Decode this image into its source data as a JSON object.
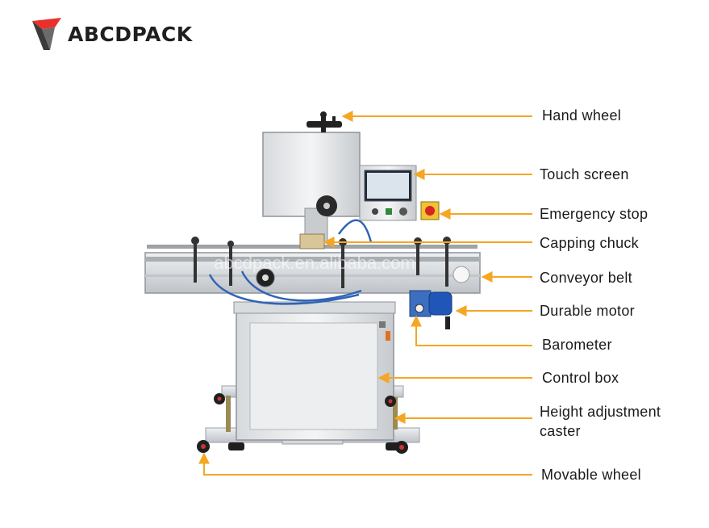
{
  "brand": {
    "name": "ABCDPACK",
    "accent": "#e8312a",
    "dark": "#3a3a3a"
  },
  "watermark": "abcdpack.en.alibaba.com",
  "colors": {
    "arrow": "#f5a623",
    "text": "#1a1a1a",
    "frame": "#c9ccd0"
  },
  "labels": {
    "hand_wheel": "Hand  wheel",
    "touch_screen": "Touch screen",
    "emergency_stop": "Emergency stop",
    "capping_chuck": "Capping  chuck",
    "conveyor_belt": "Conveyor belt",
    "durable_motor": "Durable motor",
    "barometer": "Barometer",
    "control_box": "Control box",
    "height_adjustment_line1": "Height adjustment",
    "height_adjustment_line2": "caster",
    "movable_wheel": "Movable wheel"
  }
}
